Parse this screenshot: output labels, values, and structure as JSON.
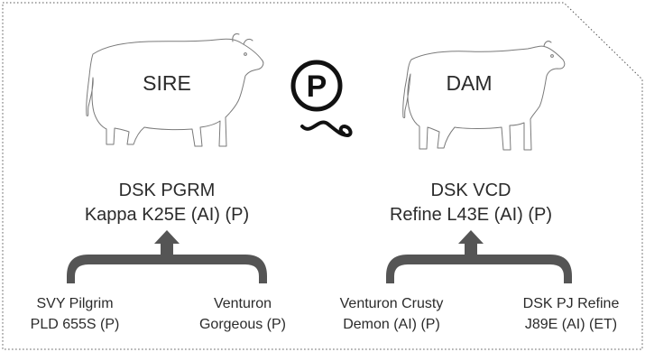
{
  "sire": {
    "label": "SIRE",
    "name_line1": "DSK PGRM",
    "name_line2": "Kappa K25E (AI) (P)",
    "parent_left": {
      "line1": "SVY Pilgrim",
      "line2": "PLD 655S (P)"
    },
    "parent_right": {
      "line1": "Venturon",
      "line2": "Gorgeous (P)"
    }
  },
  "dam": {
    "label": "DAM",
    "name_line1": "DSK VCD",
    "name_line2": "Refine L43E (AI) (P)",
    "parent_left": {
      "line1": "Venturon Crusty",
      "line2": "Demon (AI) (P)"
    },
    "parent_right": {
      "line1": "DSK PJ Refine",
      "line2": "J89E (AI) (ET)"
    }
  },
  "badge": {
    "letter": "P",
    "icon": "polled-p-icon"
  },
  "colors": {
    "bracket": "#555555",
    "outline": "#7a7a7a",
    "text": "#2b2b2b"
  }
}
